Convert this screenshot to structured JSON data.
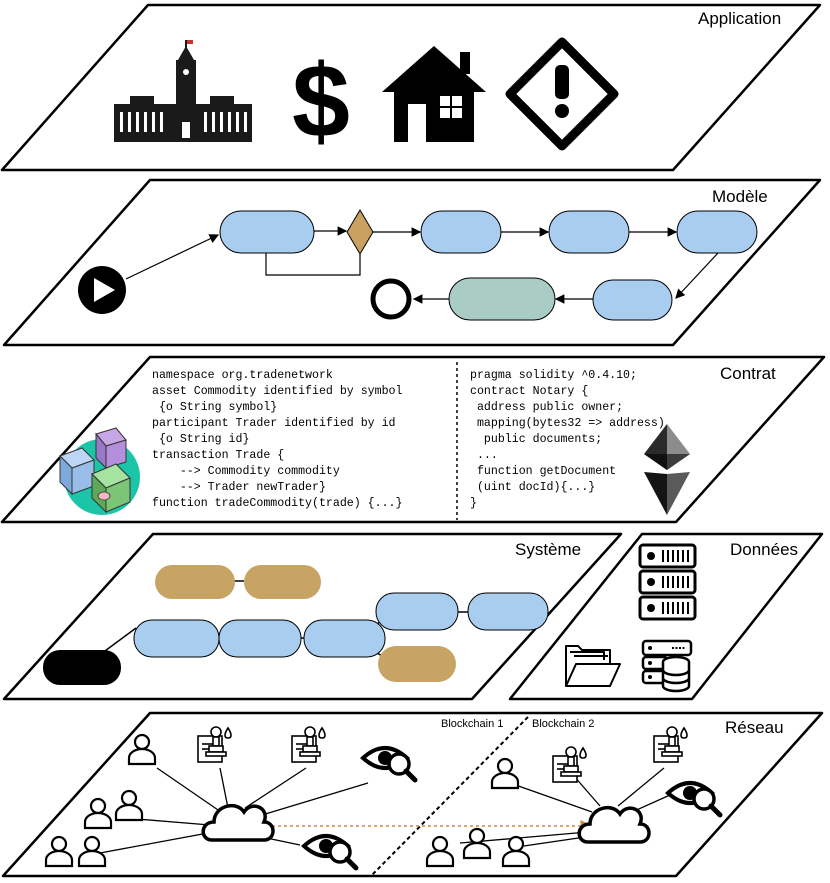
{
  "layers": {
    "application": {
      "title": "Application"
    },
    "modele": {
      "title": "Modèle"
    },
    "contrat": {
      "title": "Contrat"
    },
    "systeme": {
      "title": "Système"
    },
    "donnees": {
      "title": "Données"
    },
    "reseau": {
      "title": "Réseau"
    }
  },
  "network": {
    "blockchain1_label": "Blockchain 1",
    "blockchain2_label": "Blockchain 2"
  },
  "code": {
    "left": [
      "namespace org.tradenetwork",
      "asset Commodity identified by symbol",
      " {o String symbol}",
      "participant Trader identified by id",
      " {o String id}",
      "transaction Trade {",
      "    --> Commodity commodity",
      "    --> Trader newTrader}",
      "function tradeCommodity(trade) {...}"
    ],
    "right": [
      "pragma solidity ^0.4.10;",
      "contract Notary {",
      " address public owner;",
      " mapping(bytes32 => address)",
      "  public documents;",
      " ...",
      " function getDocument",
      " (uint docId){...}",
      "}"
    ]
  },
  "icons": {
    "application": [
      "parliament-icon",
      "dollar-icon",
      "house-icon",
      "warning-icon"
    ],
    "donnees": [
      "server-rack-icon",
      "folder-icon",
      "database-icon"
    ],
    "contrat": [
      "composer-logo-icon",
      "ethereum-icon"
    ]
  },
  "colors": {
    "task_blue": "#a9cdee",
    "task_green": "#a9cdc5",
    "gateway": "#c8a060",
    "brown": "#c8a464",
    "link_orange": "#c8884a"
  }
}
